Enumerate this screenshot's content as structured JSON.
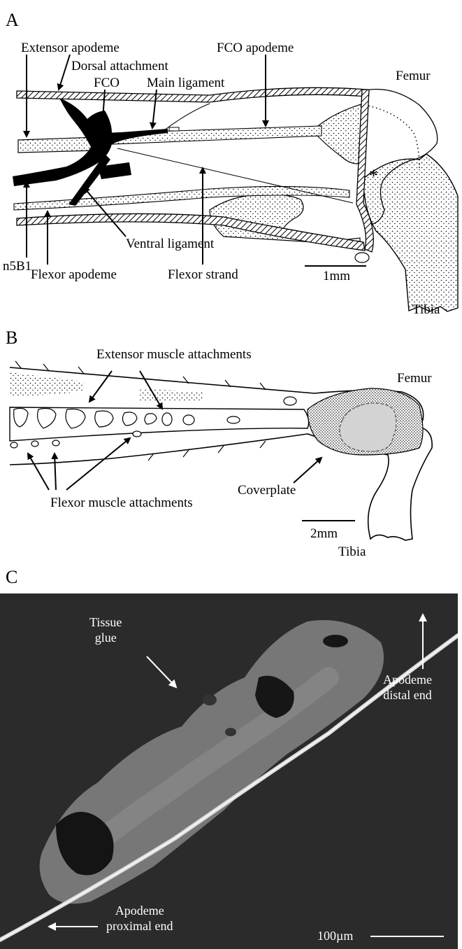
{
  "panels": {
    "a": {
      "letter": "A",
      "labels": {
        "extensor_apodeme": "Extensor apodeme",
        "dorsal_attachment": "Dorsal attachment",
        "fco": "FCO",
        "main_ligament": "Main ligament",
        "fco_apodeme": "FCO apodeme",
        "femur": "Femur",
        "asterisk": "*",
        "n5b1": "n5B1",
        "ventral_ligament": "Ventral ligament",
        "flexor_apodeme": "Flexor apodeme",
        "flexor_strand": "Flexor strand",
        "tibia": "Tibia",
        "scale": "1mm"
      }
    },
    "b": {
      "letter": "B",
      "labels": {
        "extensor_muscle_attachments": "Extensor muscle attachments",
        "femur": "Femur",
        "coverplate": "Coverplate",
        "flexor_muscle_attachments": "Flexor muscle attachments",
        "scale": "2mm",
        "tibia": "Tibia"
      }
    },
    "c": {
      "letter": "C",
      "labels": {
        "tissue_glue_line1": "Tissue",
        "tissue_glue_line2": "glue",
        "apodeme_distal_line1": "Apodeme",
        "apodeme_distal_line2": "distal end",
        "apodeme_proximal_line1": "Apodeme",
        "apodeme_proximal_line2": "proximal end",
        "scale": "100µm"
      }
    }
  },
  "colors": {
    "ink": "#000000",
    "paper": "#ffffff",
    "photo_background": "#2b2b2b",
    "coverplate_fill": "#d3d3d3"
  }
}
